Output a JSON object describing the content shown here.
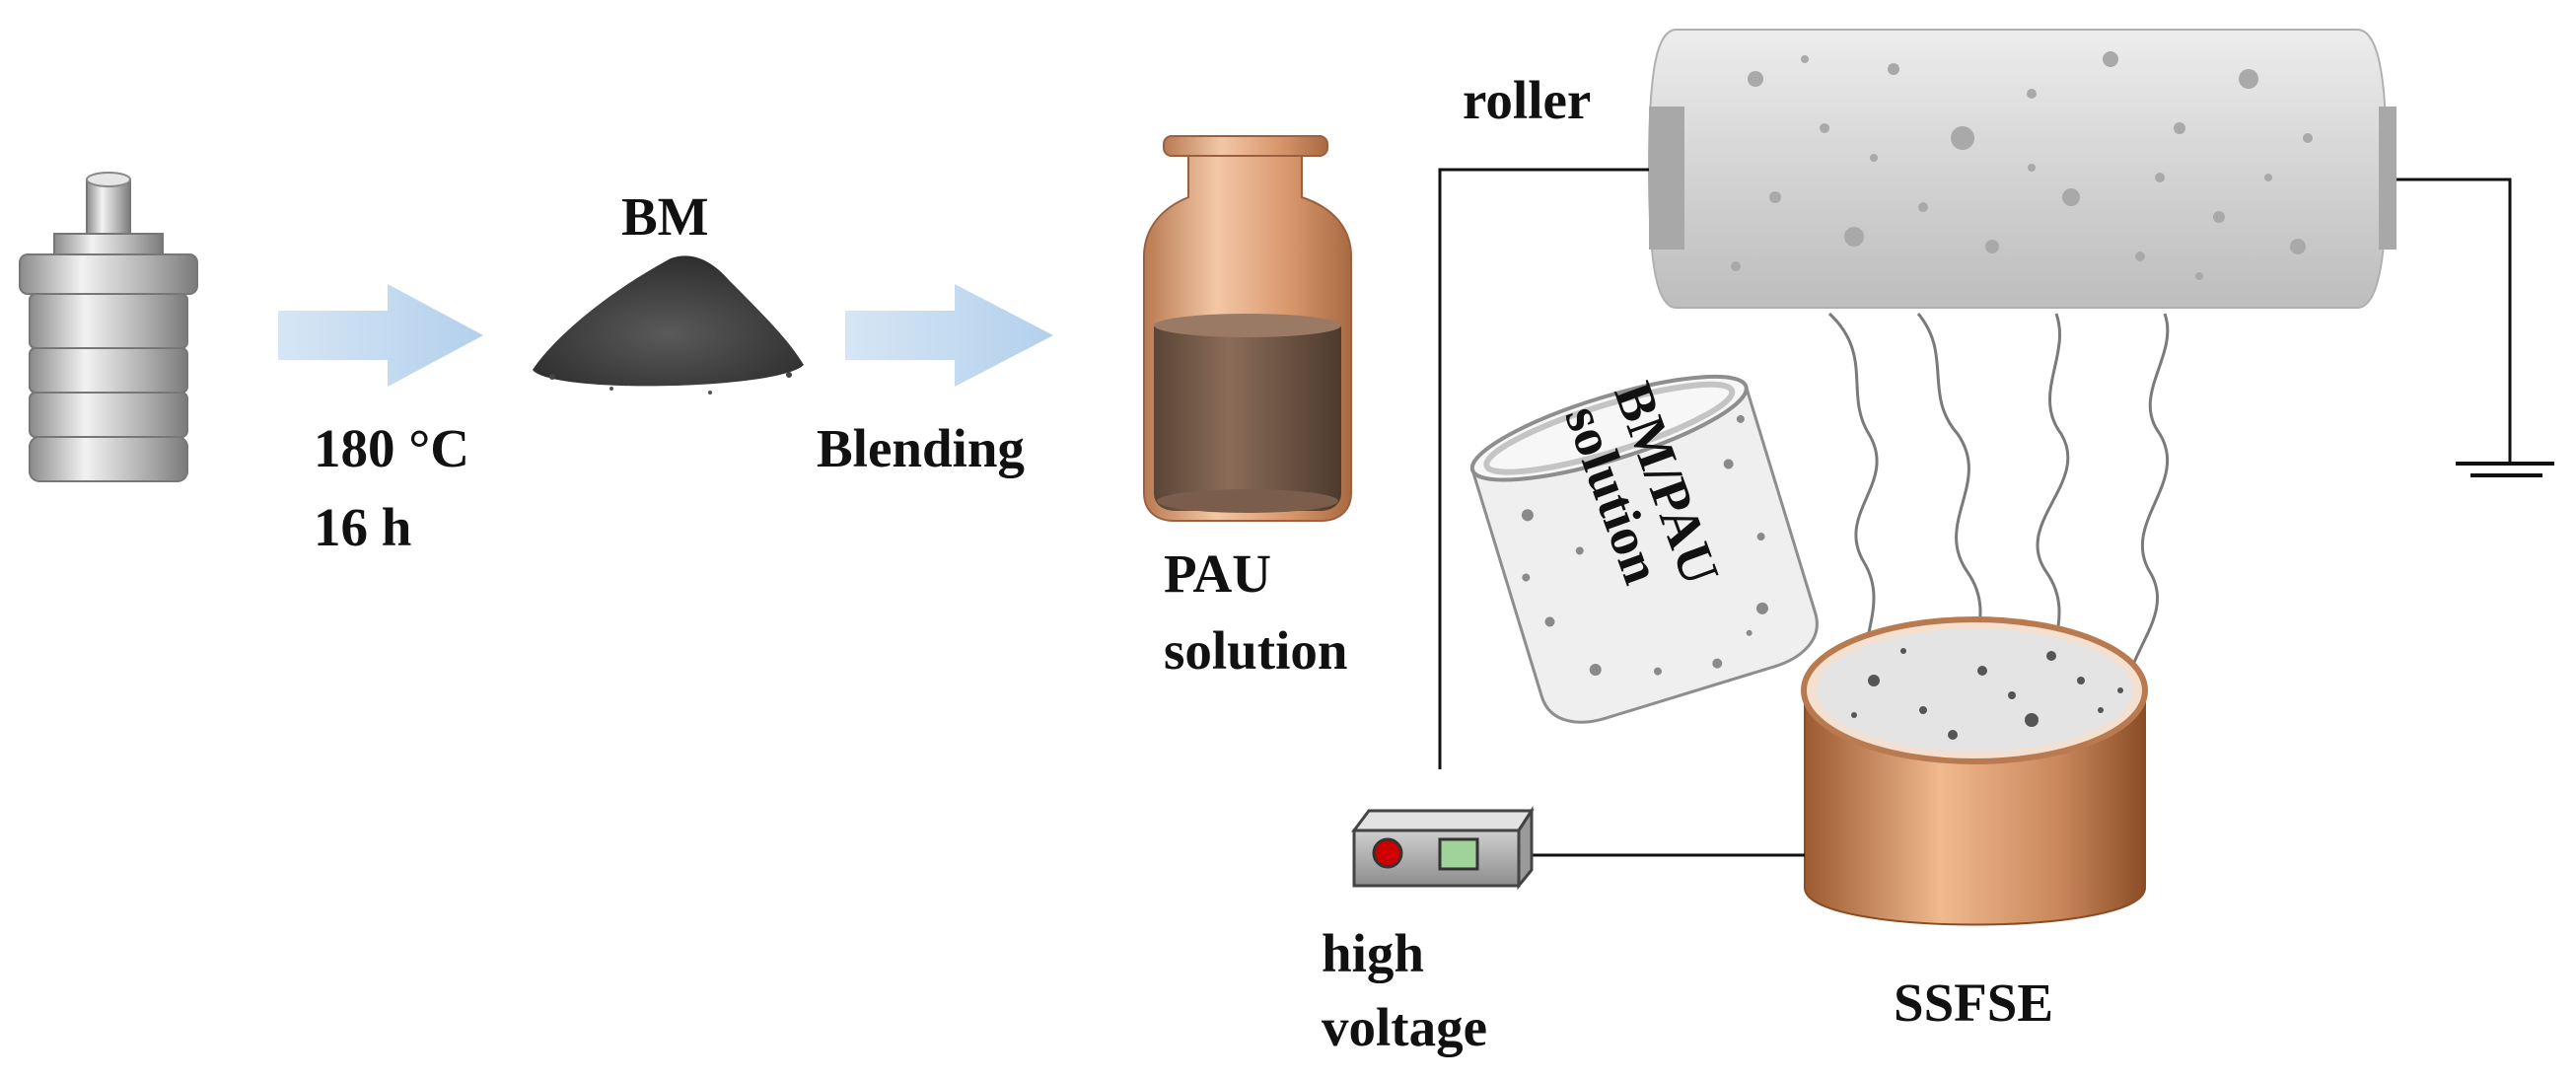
{
  "labels": {
    "bm": "BM",
    "temp": "180 °C",
    "time": "16 h",
    "blending": "Blending",
    "pau_line1": "PAU",
    "pau_line2": "solution",
    "roller": "roller",
    "bmpau_line1": "BM/PAU",
    "bmpau_line2": "solution",
    "hv_line1": "high",
    "hv_line2": "voltage",
    "ssfse": "SSFSE"
  },
  "icons": [
    "autoclave-icon",
    "arrow-icon",
    "powder-pile-icon",
    "reagent-bottle-icon",
    "roller-drum-icon",
    "beaker-icon",
    "power-supply-icon",
    "spinneret-icon",
    "ground-icon"
  ],
  "colors": {
    "arrow": "#bcd6ee",
    "copper": "#c9875a",
    "roller": "#dcdcdc",
    "power_led": "#cc0000",
    "power_button": "#9fd39a"
  }
}
